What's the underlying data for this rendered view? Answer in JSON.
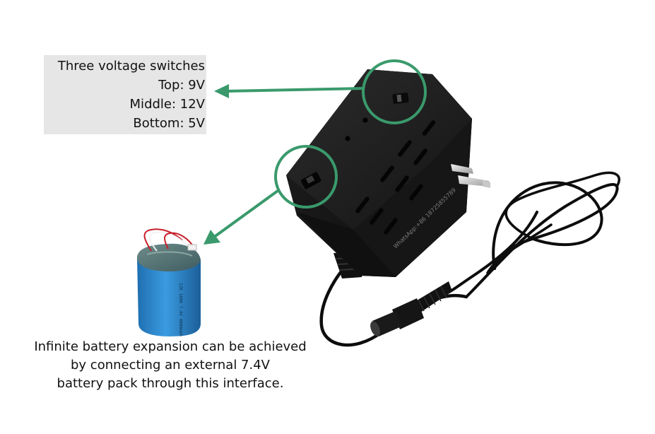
{
  "voltage_note": {
    "lines": [
      "Three voltage switches",
      "Top: 9V",
      "Middle: 12V",
      "Bottom: 5V"
    ]
  },
  "caption": {
    "lines": [
      "Infinite battery expansion can be achieved",
      "by connecting an external 7.4V",
      "battery pack through this interface."
    ]
  },
  "adapter": {
    "side_print": "WhatsApp:+86 18725855789"
  },
  "battery_print": {
    "label": "12K 1800 7.4V 4000mAh"
  },
  "colors": {
    "highlight_green": "#3a9a6c",
    "adapter_black": "#1e1e1e",
    "battery_blue": "#2b88c9",
    "note_background": "#e6e6e6"
  }
}
